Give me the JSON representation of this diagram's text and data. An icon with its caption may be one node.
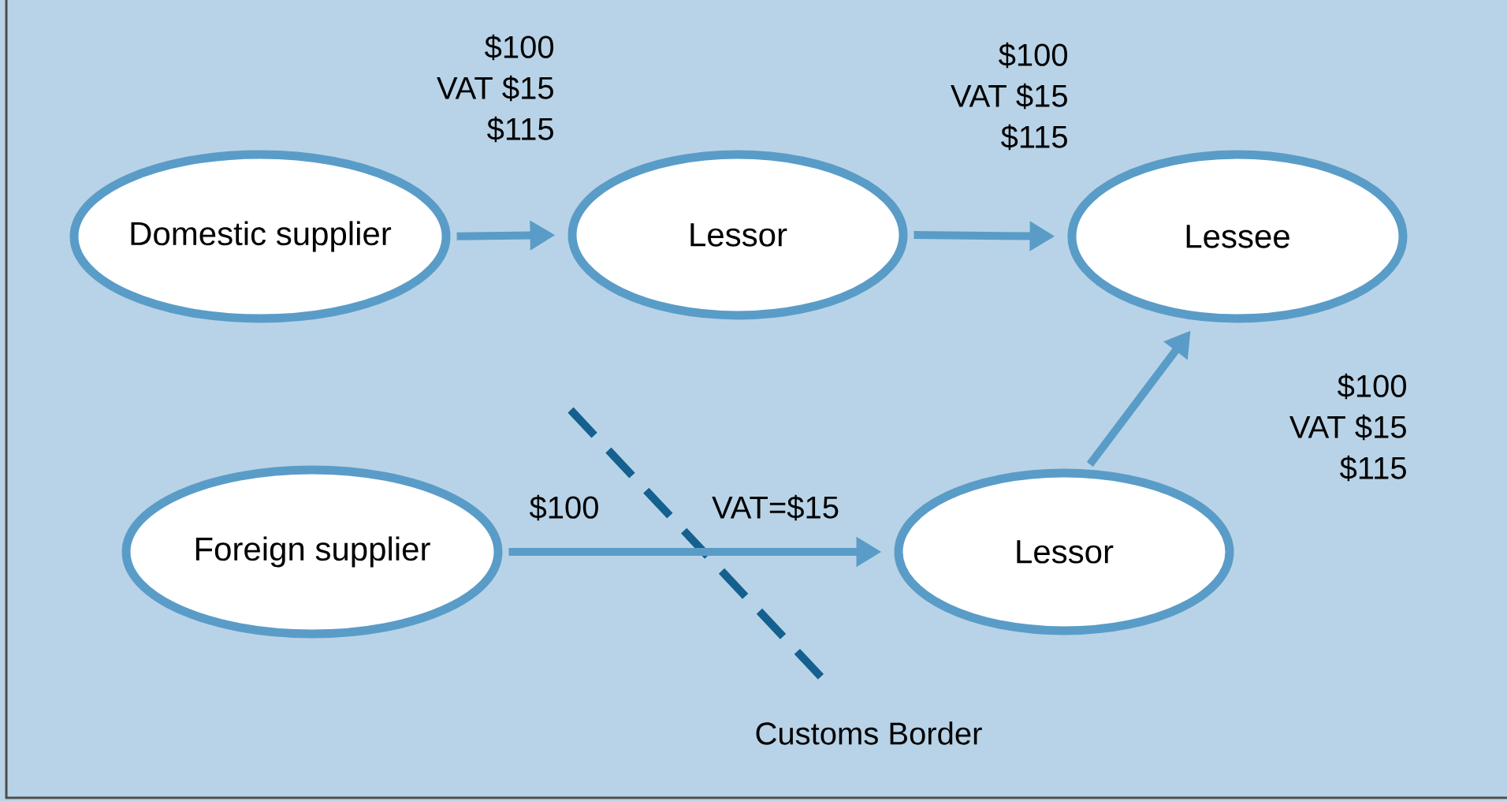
{
  "diagram": {
    "nodes": [
      {
        "text": [
          "Domestic supplier"
        ]
      },
      {
        "text": [
          "Lessor"
        ]
      },
      {
        "text": [
          "Lessee"
        ]
      },
      {
        "text": [
          "Foreign supplier"
        ]
      },
      {
        "text": [
          "Lessor"
        ]
      }
    ],
    "edges": [
      {
        "from": 0,
        "to": 1,
        "arrow": "to"
      },
      {
        "from": 1,
        "to": 2,
        "arrow": "to"
      },
      {
        "from": 3,
        "to": 4,
        "arrow": "to"
      },
      {
        "from": 4,
        "to": 2,
        "arrow": "to"
      }
    ],
    "labels": [
      "$100",
      "VAT $15",
      "$115",
      "$100",
      "VAT $15",
      "$115",
      "$100",
      "VAT $15",
      "$115",
      "$100",
      "VAT=$15",
      "Customs Border"
    ]
  }
}
